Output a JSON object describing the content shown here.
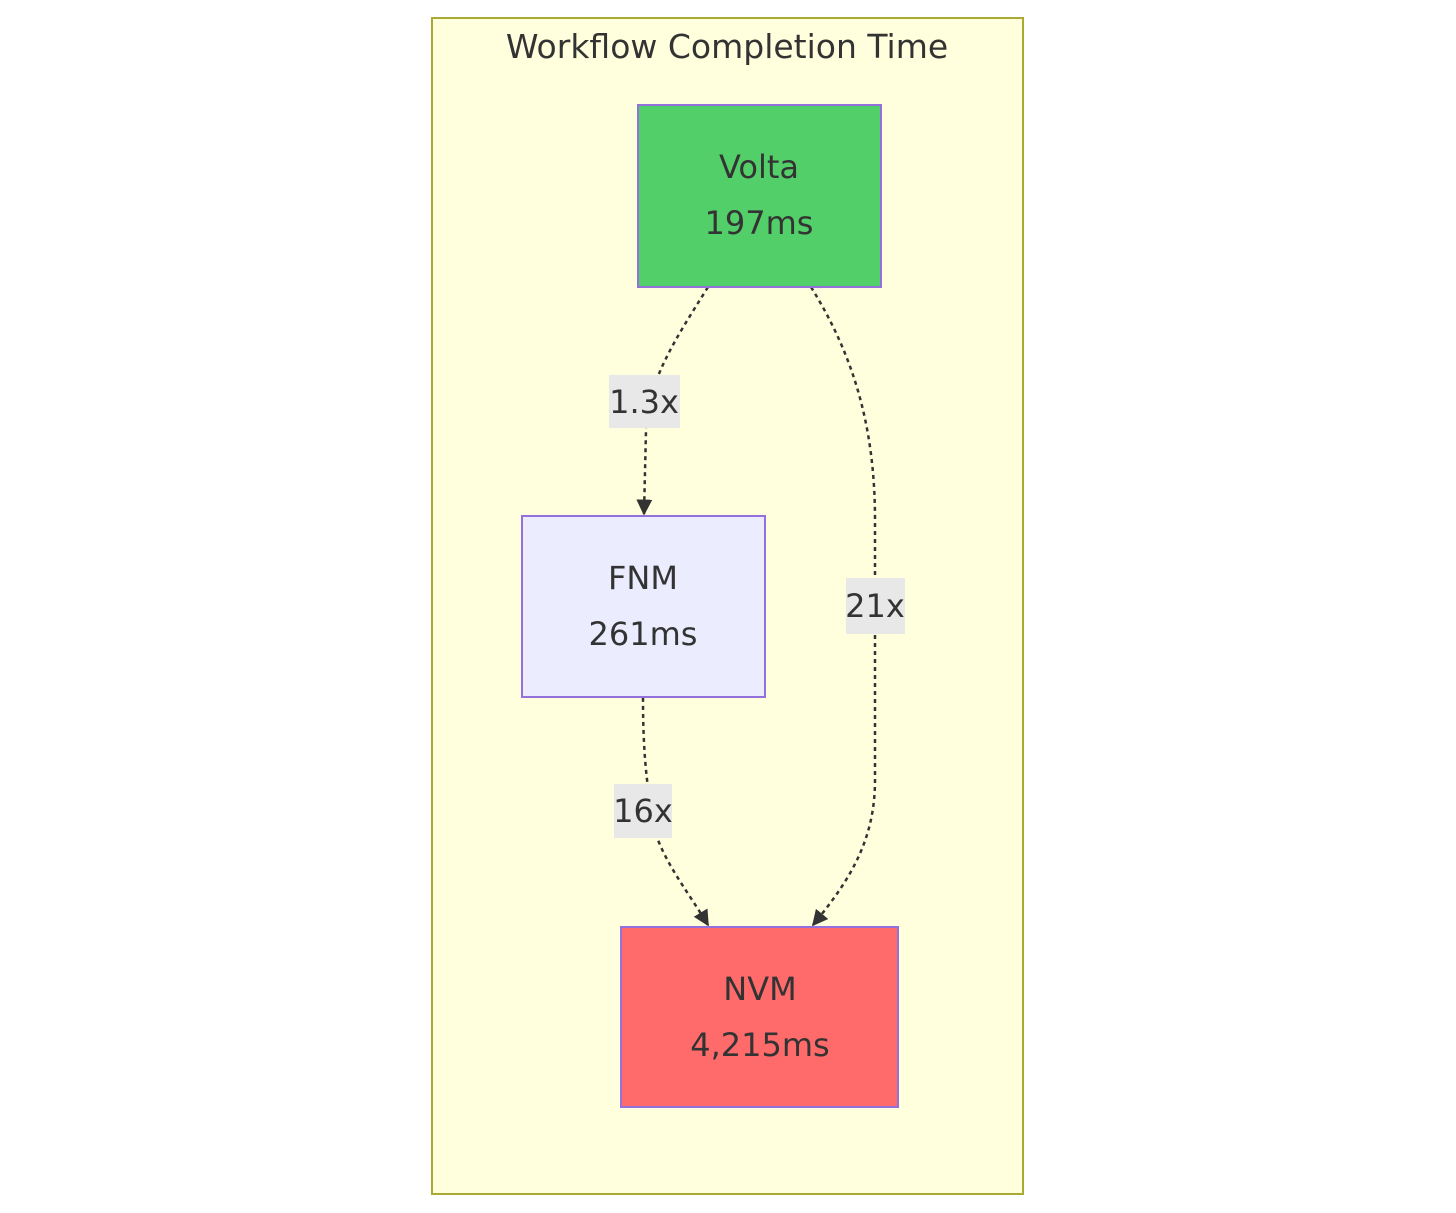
{
  "diagram": {
    "title": "Workflow Completion Time",
    "colors": {
      "cluster_fill": "#ffffde",
      "cluster_stroke": "#aaaa33",
      "node_stroke": "#9370db",
      "edge_stroke": "#333333",
      "edge_label_bg": "#e8e8e8",
      "text": "#333333"
    },
    "nodes": {
      "volta": {
        "name": "Volta",
        "time": "197ms",
        "fill": "#52cf68"
      },
      "fnm": {
        "name": "FNM",
        "time": "261ms",
        "fill": "#ececff"
      },
      "nvm": {
        "name": "NVM",
        "time": "4,215ms",
        "fill": "#ff6b6b"
      }
    },
    "edges": {
      "volta_fnm": {
        "label": "1.3x"
      },
      "fnm_nvm": {
        "label": "16x"
      },
      "volta_nvm": {
        "label": "21x"
      }
    }
  }
}
